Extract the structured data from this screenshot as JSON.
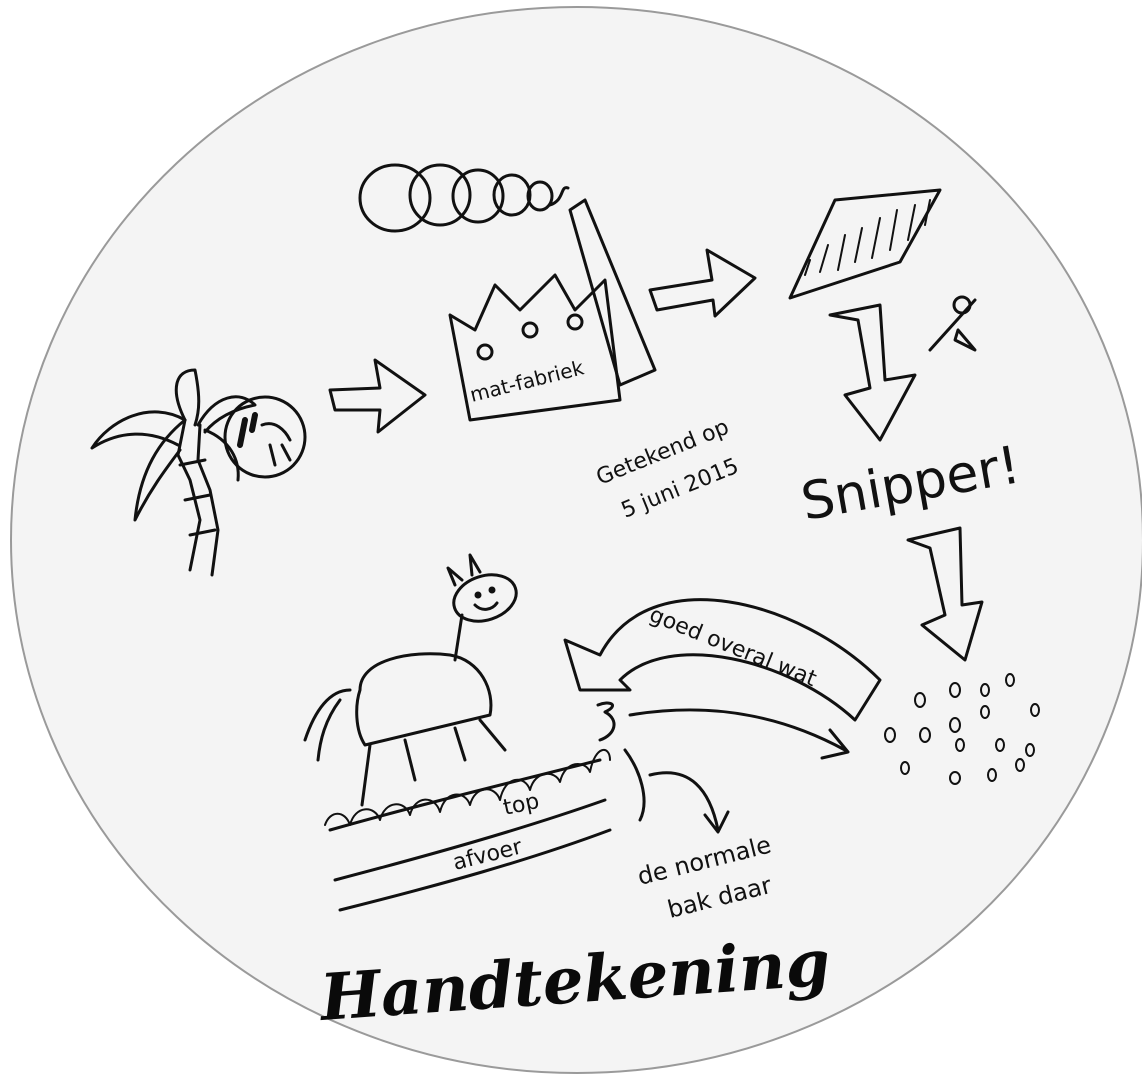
{
  "labels": {
    "factory": "mat-fabriek",
    "date_line1": "Getekend op",
    "date_line2": "5 juni 2015",
    "snipper": "Snipper!",
    "banner": "goed overal wat",
    "top": "top",
    "afvoer": "afvoer",
    "bin_line1": "de normale",
    "bin_line2": "bak daar"
  },
  "signature": "Handtekening",
  "colors": {
    "ink": "#111111",
    "plate": "#f4f4f4",
    "plate_edge": "#9a9a9a"
  }
}
